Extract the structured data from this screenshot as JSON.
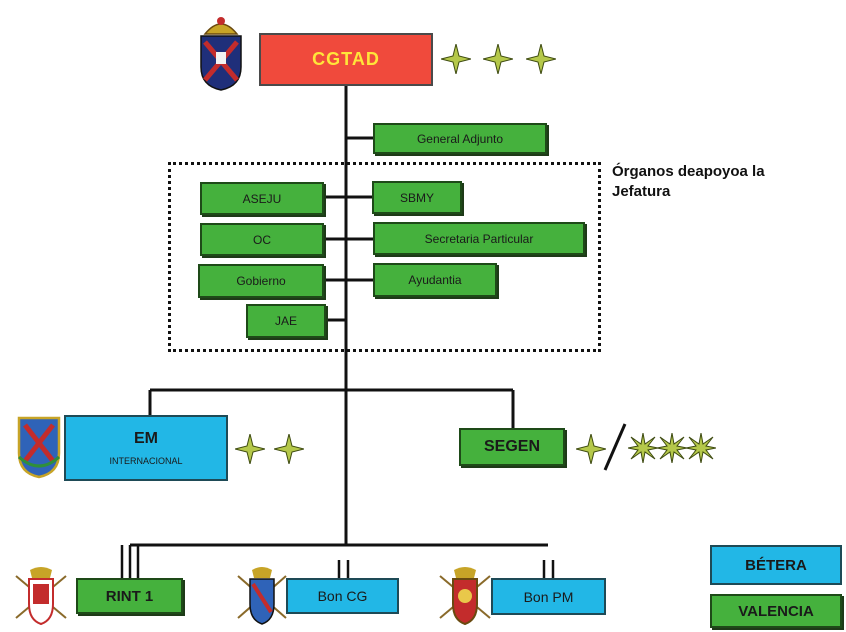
{
  "chart": {
    "top": "CGTAD",
    "adjunct": "General Adjunto",
    "support_label": "Órganos deapoyoa la Jefatura",
    "support_left": [
      "ASEJU",
      "OC",
      "Gobierno",
      "JAE"
    ],
    "support_right": [
      "SBMY",
      "Secretaria Particular",
      "Ayudantia"
    ],
    "em_title": "EM",
    "em_subtitle": "INTERNACIONAL",
    "segen": "SEGEN",
    "units": [
      "RINT 1",
      "Bon CG",
      "Bon PM"
    ]
  },
  "legend": {
    "betera": "BÉTERA",
    "valencia": "VALENCIA"
  },
  "colors": {
    "green": "#45b13d",
    "blue": "#22b7e6",
    "red": "#f04a3c",
    "title_text": "#ffe53a"
  },
  "icons": [
    "coat-of-arms-icon",
    "star-icon",
    "slash-icon"
  ]
}
